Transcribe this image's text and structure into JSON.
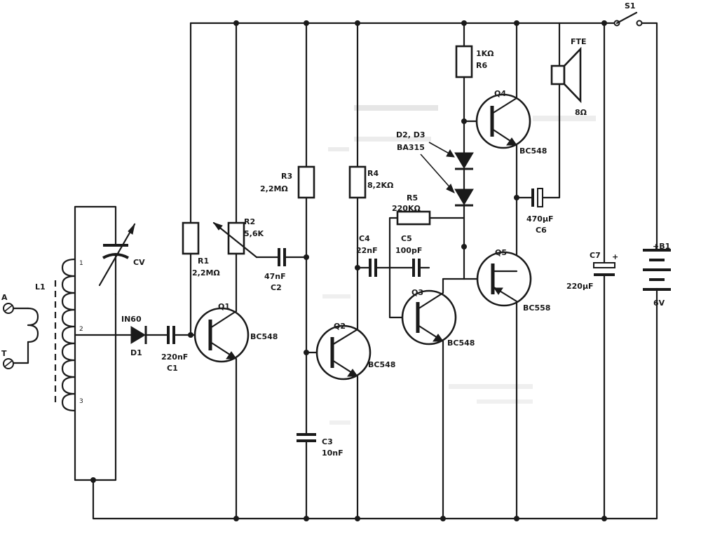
{
  "components": {
    "ant": "A",
    "gnd": "T",
    "l1": "L1",
    "cv": "CV",
    "tap1": "1",
    "tap2": "2",
    "tap3": "3",
    "d1_type": "IN60",
    "d1": "D1",
    "c1_val": "220nF",
    "c1": "C1",
    "r1": "R1",
    "r1_val": "2,2MΩ",
    "r2": "R2",
    "r2_val": "5,6K",
    "r3": "R3",
    "r3_val": "2,2MΩ",
    "c2_val": "47nF",
    "c2": "C2",
    "c3": "C3",
    "c3_val": "10nF",
    "q1": "Q1",
    "q1_type": "BC548",
    "q2": "Q2",
    "q2_type": "BC548",
    "r4": "R4",
    "r4_val": "8,2KΩ",
    "r5": "R5",
    "r5_val": "220KΩ",
    "c4": "C4",
    "c4_val": "22nF",
    "c5": "C5",
    "c5_val": "100pF",
    "q3": "Q3",
    "q3_type": "BC548",
    "r6_val": "1KΩ",
    "r6": "R6",
    "d23": "D2, D3",
    "d23_type": "BA315",
    "q4": "Q4",
    "q4_type": "BC548",
    "q5": "Q5",
    "q5_type": "BC558",
    "c6_val": "470µF",
    "c6": "C6",
    "fte": "FTE",
    "fte_val": "8Ω",
    "s1": "S1",
    "c7": "C7",
    "c7_plus": "+",
    "c7_val": "220µF",
    "b1": "+B1",
    "b1_val": "6V"
  },
  "colors": {
    "ink": "#1a1a1a",
    "paper": "#ffffff",
    "bleed": "#b3b3b3"
  }
}
